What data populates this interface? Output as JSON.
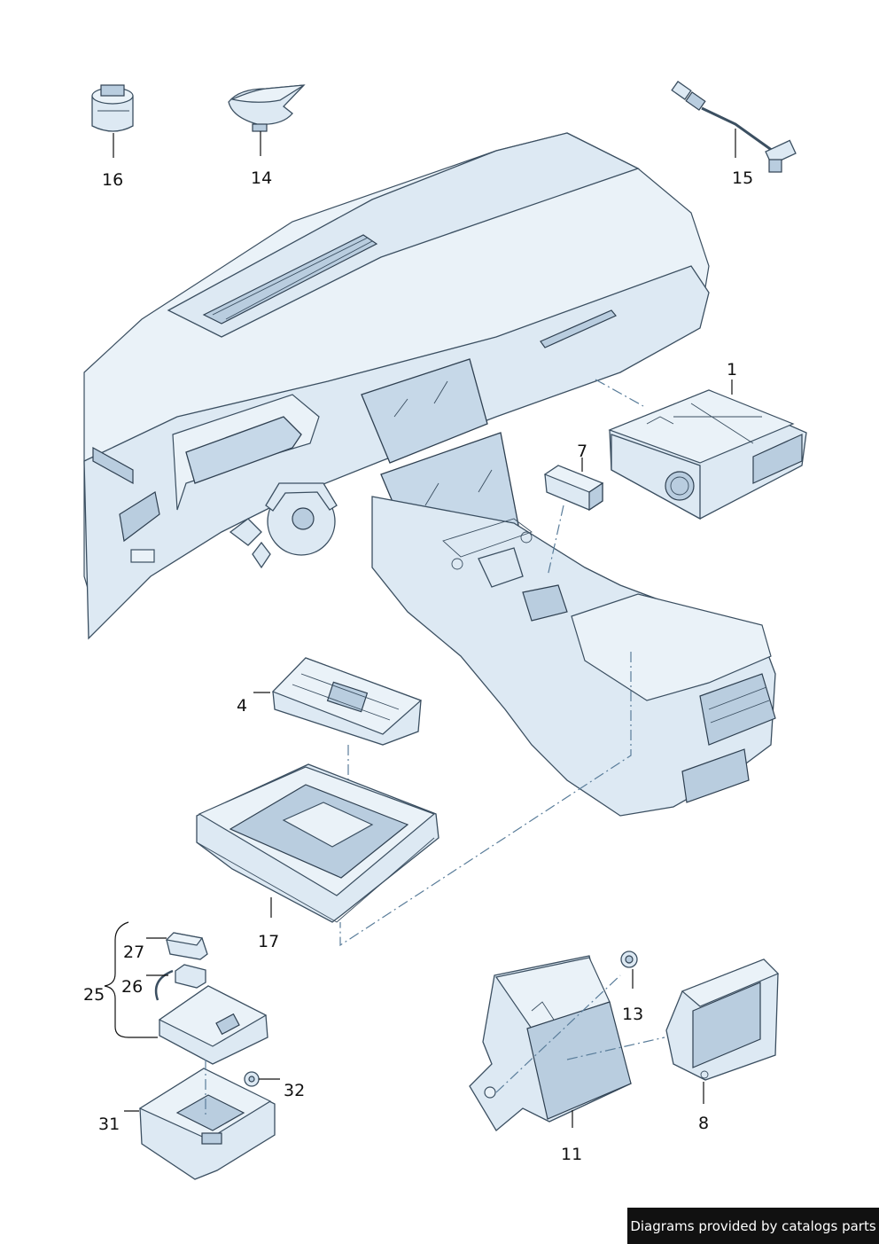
{
  "callouts": {
    "p1": "1",
    "p4": "4",
    "p7": "7",
    "p8": "8",
    "p11": "11",
    "p13": "13",
    "p14": "14",
    "p15": "15",
    "p16": "16",
    "p17": "17",
    "p25": "25",
    "p26": "26",
    "p27": "27",
    "p31": "31",
    "p32": "32"
  },
  "footer": {
    "text": "Diagrams provided by catalogs parts"
  }
}
